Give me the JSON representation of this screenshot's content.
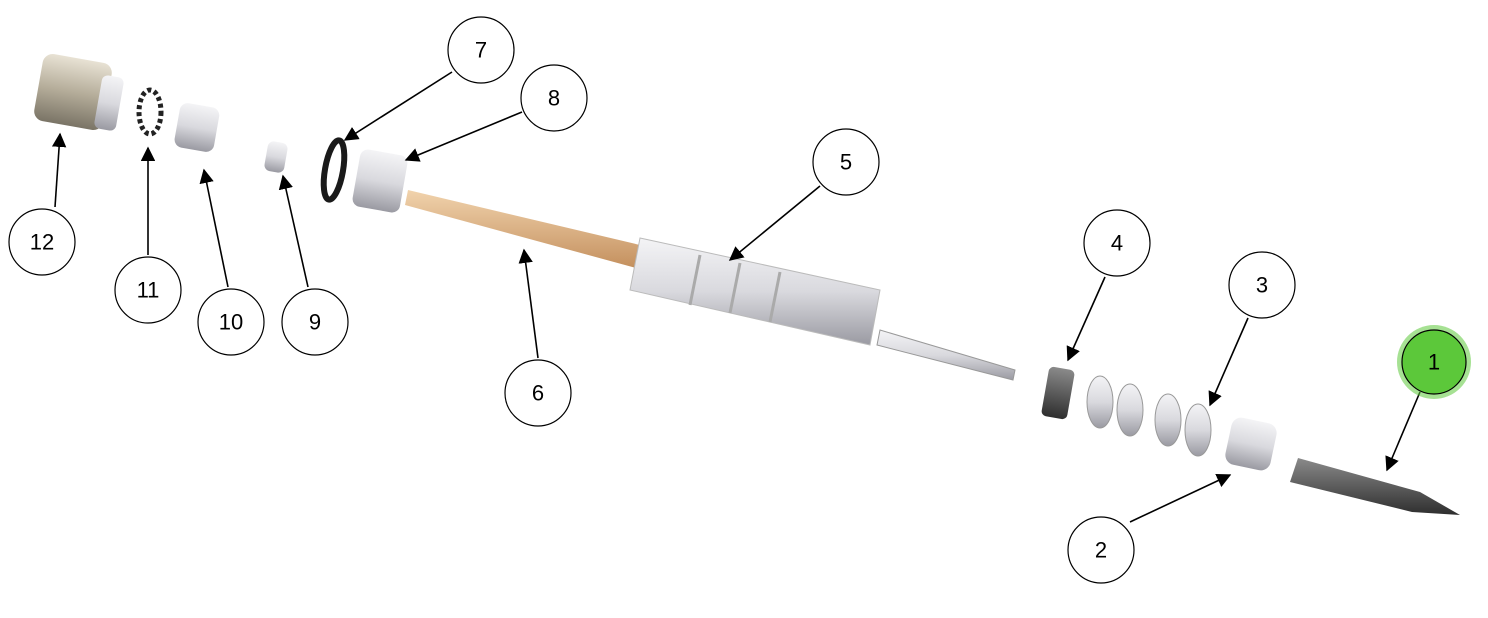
{
  "diagram": {
    "type": "exploded-parts-view",
    "highlight_color": "#5cc83a",
    "callouts": [
      {
        "id": "1",
        "label": "1",
        "highlighted": true
      },
      {
        "id": "2",
        "label": "2",
        "highlighted": false
      },
      {
        "id": "3",
        "label": "3",
        "highlighted": false
      },
      {
        "id": "4",
        "label": "4",
        "highlighted": false
      },
      {
        "id": "5",
        "label": "5",
        "highlighted": false
      },
      {
        "id": "6",
        "label": "6",
        "highlighted": false
      },
      {
        "id": "7",
        "label": "7",
        "highlighted": false
      },
      {
        "id": "8",
        "label": "8",
        "highlighted": false
      },
      {
        "id": "9",
        "label": "9",
        "highlighted": false
      },
      {
        "id": "10",
        "label": "10",
        "highlighted": false
      },
      {
        "id": "11",
        "label": "11",
        "highlighted": false
      },
      {
        "id": "12",
        "label": "12",
        "highlighted": false
      }
    ]
  }
}
